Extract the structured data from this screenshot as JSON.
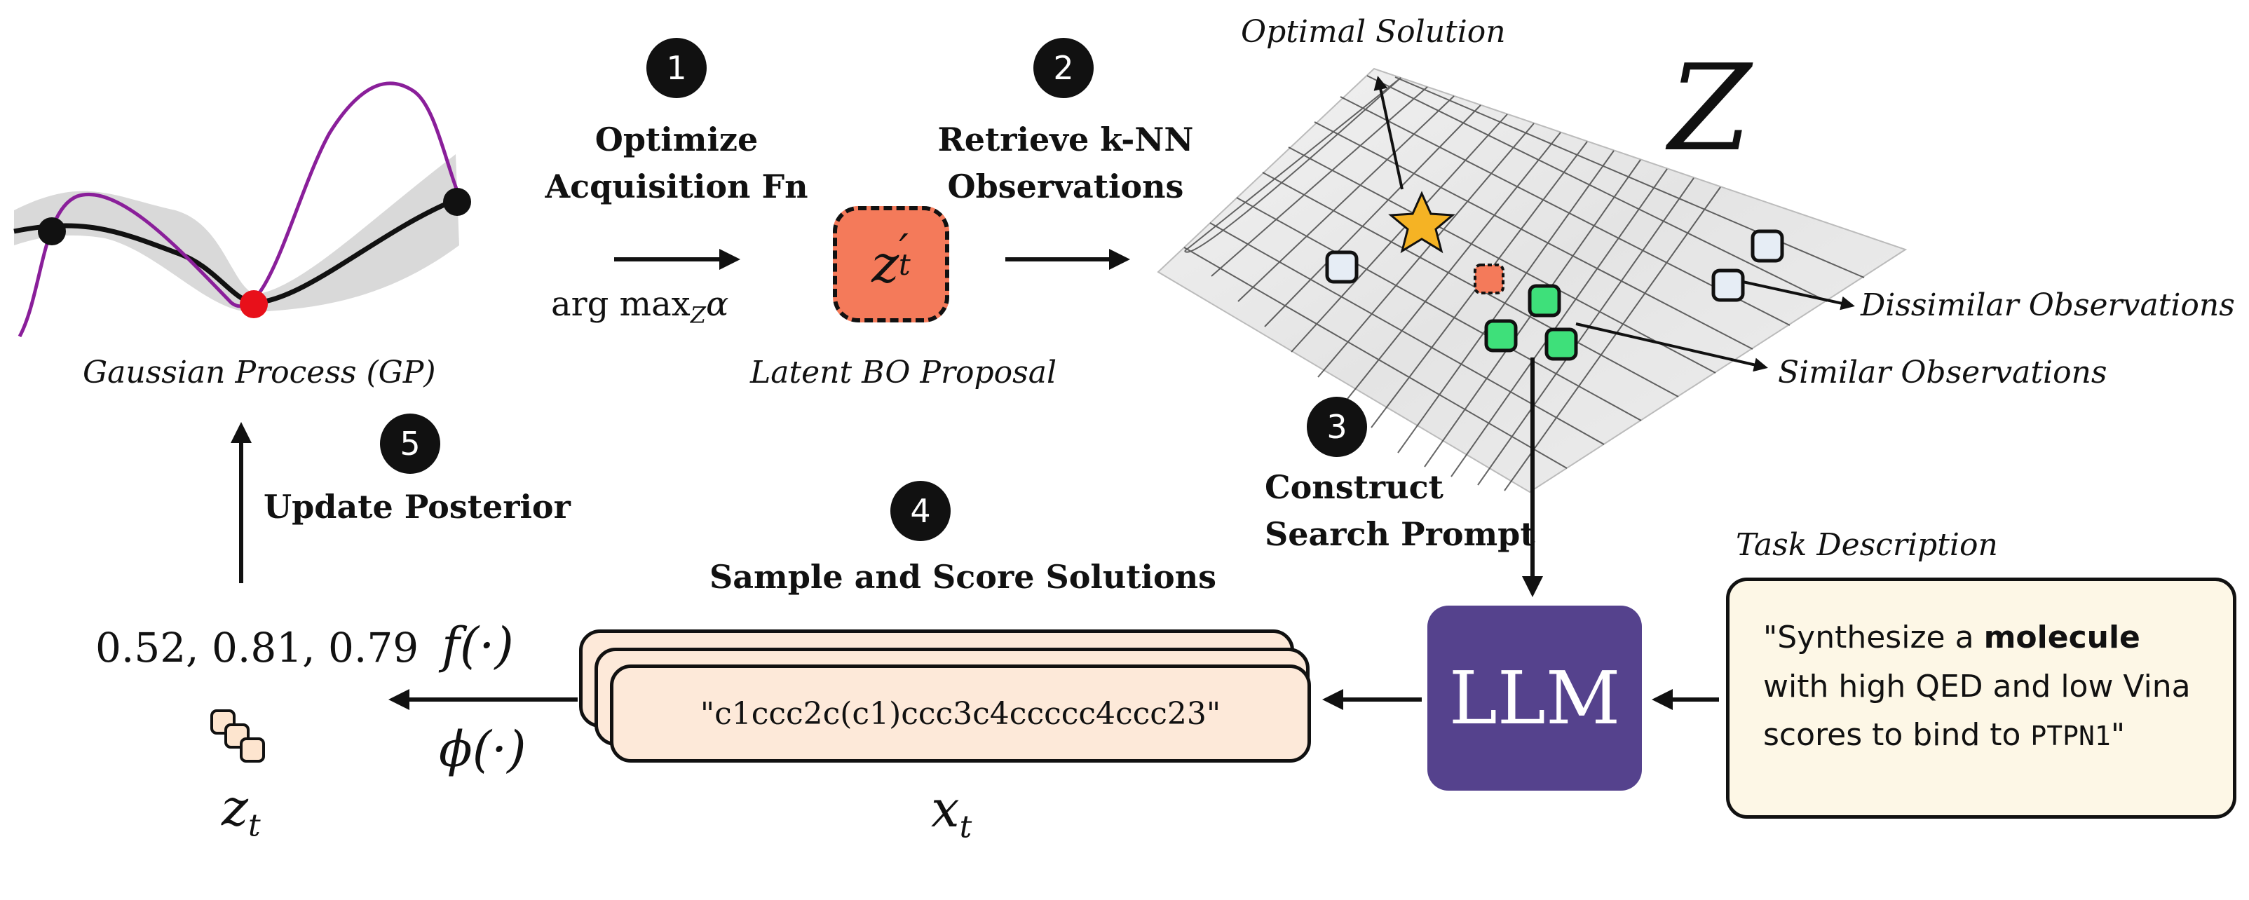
{
  "gp": {
    "caption": "Gaussian Process (GP)"
  },
  "steps": [
    {
      "number": "1",
      "title_line1": "Optimize",
      "title_line2": "Acquisition Fn",
      "formula": "arg max",
      "formula_sub": "Z",
      "formula_tail": "α"
    },
    {
      "number": "2",
      "title_line1": "Retrieve k-NN",
      "title_line2": "Observations"
    },
    {
      "number": "3",
      "title_line1": "Construct",
      "title_line2": "Search Prompt"
    },
    {
      "number": "4",
      "title_line1": "Sample and Score Solutions"
    },
    {
      "number": "5",
      "title_line1": "Update Posterior"
    }
  ],
  "proposal": {
    "symbol": "z",
    "prime": "′",
    "sub": "t",
    "caption": "Latent BO Proposal"
  },
  "latent_space": {
    "symbol": "Z",
    "optimal_label": "Optimal Solution",
    "similar_label": "Similar Observations",
    "dissimilar_label": "Dissimilar Observations"
  },
  "llm": {
    "label": "LLM"
  },
  "task": {
    "heading": "Task Description",
    "text_part1": "\"Synthesize a ",
    "text_bold": "molecule",
    "text_part2": " with high QED and low Vina scores to bind to ",
    "text_mono": "PTPN1",
    "text_end": "\""
  },
  "samples": {
    "smiles": "\"c1ccc2c(c1)ccc3c4ccccc4ccc23\"",
    "var": "x",
    "var_sub": "t"
  },
  "scores": {
    "values": "0.52, 0.81, 0.79",
    "f_label": "f(·)",
    "phi_label": "ϕ(·)",
    "z_var": "z",
    "z_sub": "t"
  },
  "colors": {
    "llm_bg": "#55428d",
    "proposal_fill": "#f47a5a",
    "similar_fill": "#3ee07a",
    "dissimilar_fill": "#e6edf5",
    "star": "#f5b324",
    "gp_red": "#e8101a",
    "gp_purple": "#8a1f9a"
  }
}
